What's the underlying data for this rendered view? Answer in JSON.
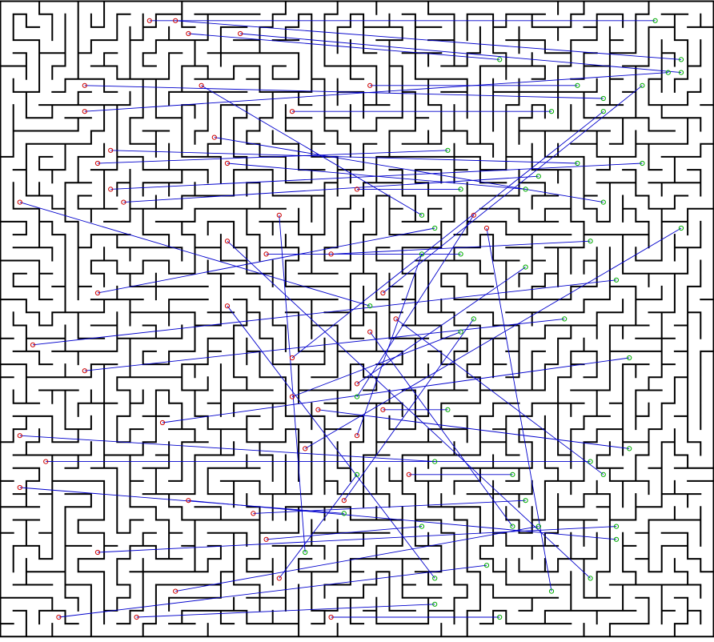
{
  "maze": {
    "grid_cols": 55,
    "grid_rows": 49,
    "seed": 20240417,
    "wall_color": "#000000",
    "background_color": "#ffffff"
  },
  "connections": {
    "line_color": "#0000cc",
    "start_marker_color": "#cc0000",
    "end_marker_color": "#00aa00",
    "pairs_grid": [
      [
        11,
        1,
        50,
        1
      ],
      [
        13,
        1,
        52,
        4
      ],
      [
        14,
        2,
        38,
        4
      ],
      [
        18,
        2,
        52,
        5
      ],
      [
        6,
        6,
        46,
        7
      ],
      [
        6,
        8,
        51,
        5
      ],
      [
        8,
        11,
        44,
        12
      ],
      [
        7,
        12,
        34,
        11
      ],
      [
        8,
        14,
        49,
        12
      ],
      [
        17,
        12,
        40,
        14
      ],
      [
        16,
        10,
        46,
        15
      ],
      [
        9,
        15,
        41,
        13
      ],
      [
        1,
        15,
        28,
        23
      ],
      [
        7,
        22,
        33,
        17
      ],
      [
        20,
        19,
        35,
        19
      ],
      [
        2,
        26,
        47,
        21
      ],
      [
        6,
        28,
        43,
        24
      ],
      [
        12,
        32,
        48,
        27
      ],
      [
        1,
        33,
        33,
        35
      ],
      [
        3,
        35,
        45,
        35
      ],
      [
        1,
        37,
        26,
        39
      ],
      [
        7,
        42,
        47,
        40
      ],
      [
        19,
        39,
        40,
        38
      ],
      [
        13,
        45,
        41,
        40
      ],
      [
        14,
        38,
        47,
        41
      ],
      [
        4,
        47,
        37,
        43
      ],
      [
        10,
        47,
        33,
        46
      ],
      [
        25,
        47,
        38,
        47
      ],
      [
        28,
        6,
        44,
        6
      ],
      [
        22,
        8,
        42,
        8
      ],
      [
        27,
        14,
        35,
        14
      ],
      [
        25,
        19,
        45,
        18
      ],
      [
        29,
        22,
        49,
        6
      ],
      [
        22,
        27,
        46,
        8
      ],
      [
        27,
        29,
        40,
        20
      ],
      [
        29,
        31,
        34,
        31
      ],
      [
        23,
        34,
        52,
        17
      ],
      [
        31,
        36,
        39,
        36
      ],
      [
        20,
        41,
        32,
        40
      ],
      [
        21,
        44,
        27,
        36
      ],
      [
        26,
        38,
        36,
        24
      ],
      [
        27,
        33,
        32,
        19
      ],
      [
        24,
        31,
        48,
        34
      ],
      [
        21,
        16,
        23,
        42
      ],
      [
        36,
        16,
        27,
        30
      ],
      [
        15,
        6,
        32,
        16
      ],
      [
        22,
        30,
        35,
        25
      ],
      [
        28,
        25,
        39,
        40
      ],
      [
        37,
        17,
        42,
        45
      ],
      [
        17,
        18,
        45,
        44
      ],
      [
        30,
        24,
        46,
        36
      ],
      [
        17,
        23,
        33,
        44
      ]
    ]
  }
}
